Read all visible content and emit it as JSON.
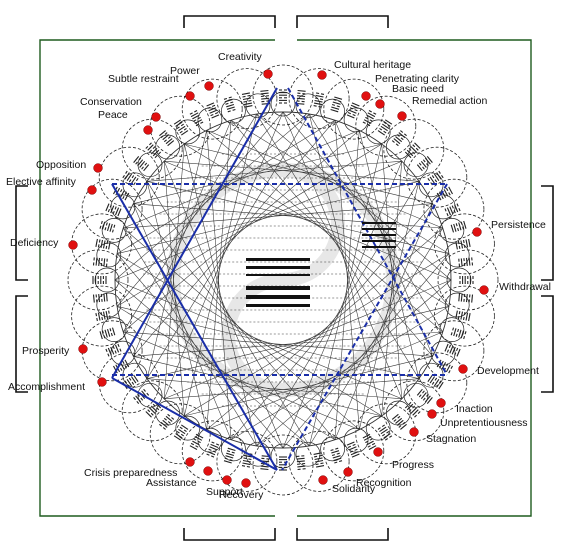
{
  "colors": {
    "frame": "#1f5c1f",
    "wheel_ink": "#222222",
    "chord_ink": "#333333",
    "triangle_blue": "#1a2ea8",
    "node_red": "#e01010",
    "watermark": "#d8d8d8"
  },
  "labels": [
    {
      "id": "creativity",
      "text": "Creativity"
    },
    {
      "id": "power",
      "text": "Power"
    },
    {
      "id": "subtle-restraint",
      "text": "Subtle restraint"
    },
    {
      "id": "conservation",
      "text": "Conservation"
    },
    {
      "id": "peace",
      "text": "Peace"
    },
    {
      "id": "cultural-heritage",
      "text": "Cultural heritage"
    },
    {
      "id": "penetrating-clarity",
      "text": "Penetrating clarity"
    },
    {
      "id": "basic-need",
      "text": "Basic need"
    },
    {
      "id": "remedial-action",
      "text": "Remedial action"
    },
    {
      "id": "opposition",
      "text": "Opposition"
    },
    {
      "id": "elective-affinity",
      "text": "Elective affinity"
    },
    {
      "id": "deficiency",
      "text": "Deficiency"
    },
    {
      "id": "prosperity",
      "text": "Prosperity"
    },
    {
      "id": "accomplishment",
      "text": "Accomplishment"
    },
    {
      "id": "persistence",
      "text": "Persistence"
    },
    {
      "id": "withdrawal",
      "text": "Withdrawal"
    },
    {
      "id": "development",
      "text": "Development"
    },
    {
      "id": "inaction",
      "text": "Inaction"
    },
    {
      "id": "unpretentiousness",
      "text": "Unpretentiousness"
    },
    {
      "id": "stagnation",
      "text": "Stagnation"
    },
    {
      "id": "progress",
      "text": "Progress"
    },
    {
      "id": "recognition",
      "text": "Recognition"
    },
    {
      "id": "solidarity",
      "text": "Solidarity"
    },
    {
      "id": "recovery",
      "text": "Recovery"
    },
    {
      "id": "support",
      "text": "Support"
    },
    {
      "id": "assistance",
      "text": "Assistance"
    },
    {
      "id": "crisis-preparedness",
      "text": "Crisis preparedness"
    }
  ]
}
